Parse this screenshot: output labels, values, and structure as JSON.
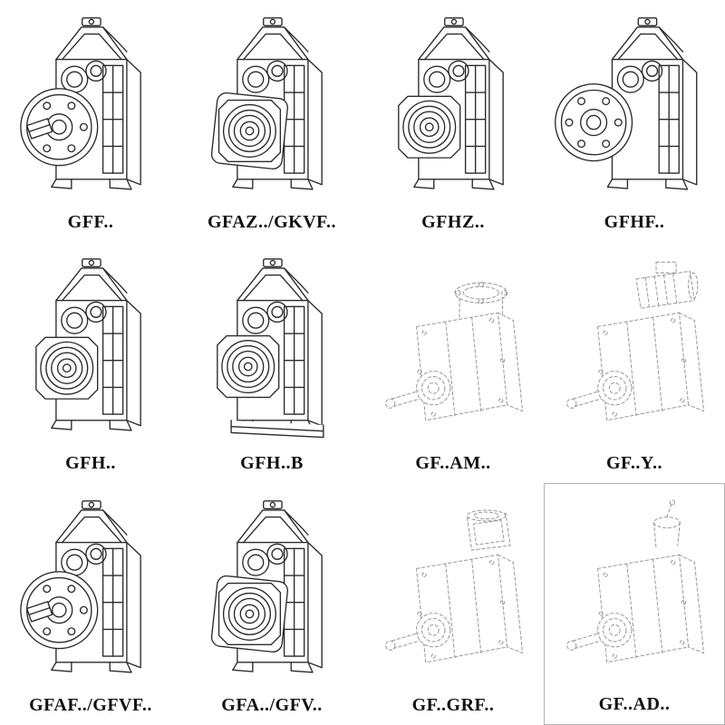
{
  "page": {
    "background": "#ffffff",
    "ink_color": "#2b2b2b",
    "ghost_ink_color": "#999999",
    "description": "Catalog sheet of parallel shaft helical gear unit model variants"
  },
  "grid": {
    "rows": 3,
    "columns": 4,
    "items": [
      {
        "label": "GFF..",
        "variant": "flange-mounted-solid-shaft-icon",
        "line_style": "solid"
      },
      {
        "label": "GFAZ../GKVF..",
        "variant": "hollow-shaft-square-flange-icon",
        "line_style": "solid"
      },
      {
        "label": "GFHZ..",
        "variant": "hollow-shaft-shrink-disc-icon",
        "line_style": "solid"
      },
      {
        "label": "GFHF..",
        "variant": "hollow-shaft-round-flange-icon",
        "line_style": "solid"
      },
      {
        "label": "GFH..",
        "variant": "hollow-shaft-icon",
        "line_style": "solid"
      },
      {
        "label": "GFH..B",
        "variant": "hollow-shaft-foot-base-icon",
        "line_style": "solid"
      },
      {
        "label": "GF..AM..",
        "variant": "iec-motor-adapter-icon",
        "line_style": "dashed"
      },
      {
        "label": "GF..Y..",
        "variant": "motor-mounted-icon",
        "line_style": "dashed"
      },
      {
        "label": "GFAF../GFVF..",
        "variant": "flange-mounted-solid-shaft-icon",
        "line_style": "solid"
      },
      {
        "label": "GFA../GFV..",
        "variant": "hollow-shaft-square-flange-icon",
        "line_style": "solid"
      },
      {
        "label": "GF..GRF..",
        "variant": "input-flange-block-icon",
        "line_style": "dashed"
      },
      {
        "label": "GF..AD..",
        "variant": "input-shaft-adapter-icon",
        "line_style": "dashed"
      }
    ]
  }
}
